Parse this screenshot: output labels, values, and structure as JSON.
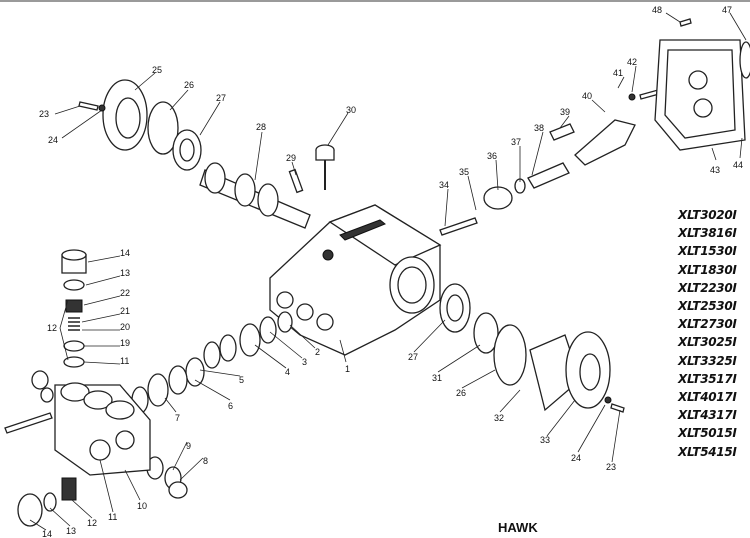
{
  "diagram": {
    "brand": "HAWK",
    "models": [
      "XLT3020I",
      "XLT3816I",
      "XLT1530I",
      "XLT1830I",
      "XLT2230I",
      "XLT2530I",
      "XLT2730I",
      "XLT3025I",
      "XLT3325I",
      "XLT3517I",
      "XLT4017I",
      "XLT4317I",
      "XLT5015I",
      "XLT5415I"
    ],
    "callouts": [
      "48",
      "47",
      "42",
      "41",
      "40",
      "39",
      "38",
      "37",
      "36",
      "35",
      "34",
      "43",
      "44",
      "30",
      "25",
      "26",
      "27",
      "28",
      "29",
      "23",
      "24",
      "14",
      "13",
      "22",
      "21",
      "12",
      "20",
      "19",
      "11",
      "1",
      "2",
      "3",
      "4",
      "5",
      "6",
      "7",
      "9",
      "8",
      "10",
      "11",
      "12",
      "13",
      "14",
      "27",
      "31",
      "26",
      "32",
      "33",
      "24",
      "23"
    ]
  }
}
